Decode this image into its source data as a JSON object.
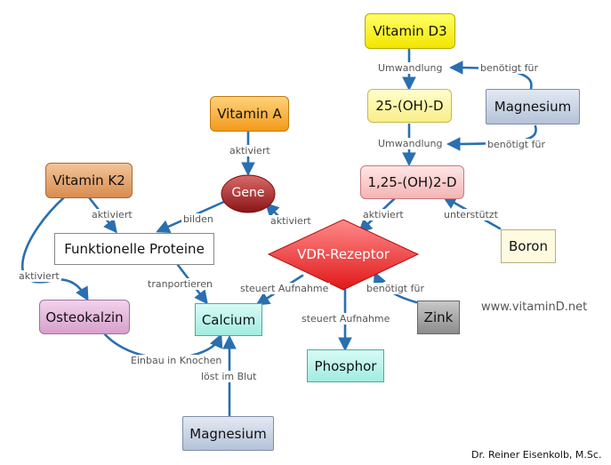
{
  "nodes": {
    "vitamin_d3": "Vitamin D3",
    "oh_d": "25-(OH)-D",
    "magnesium_top": "Magnesium",
    "dihydroxy_d": "1,25-(OH)2-D",
    "vitamin_a": "Vitamin A",
    "gene": "Gene",
    "vitamin_k2": "Vitamin K2",
    "funktionelle_proteine": "Funktionelle Proteine",
    "vdr_rezeptor": "VDR-Rezeptor",
    "boron": "Boron",
    "osteokalzin": "Osteokalzin",
    "calcium": "Calcium",
    "zink": "Zink",
    "phosphor": "Phosphor",
    "magnesium_bottom": "Magnesium"
  },
  "labels": {
    "umwandlung_1": "Umwandlung",
    "benoetigt_1": "benötigt für",
    "umwandlung_2": "Umwandlung",
    "benoetigt_2": "benötigt für",
    "aktiviert_a": "aktiviert",
    "aktiviert_k2": "aktiviert",
    "bilden": "bilden",
    "aktiviert_vdr": "aktiviert",
    "aktiviert_d": "aktiviert",
    "unterstuetzt": "unterstützt",
    "aktiviert_osteo": "aktiviert",
    "tranportieren": "tranportieren",
    "steuert_ca": "steuert Aufnahme",
    "benoetigt_zink": "benötigt für",
    "steuert_p": "steuert Aufnahme",
    "einbau": "Einbau in Knochen",
    "loest": "löst im Blut"
  },
  "website": "www.vitaminD.net",
  "author": "Dr. Reiner Eisenkolb, M.Sc.",
  "colors": {
    "edge": "#2a6fb0"
  }
}
